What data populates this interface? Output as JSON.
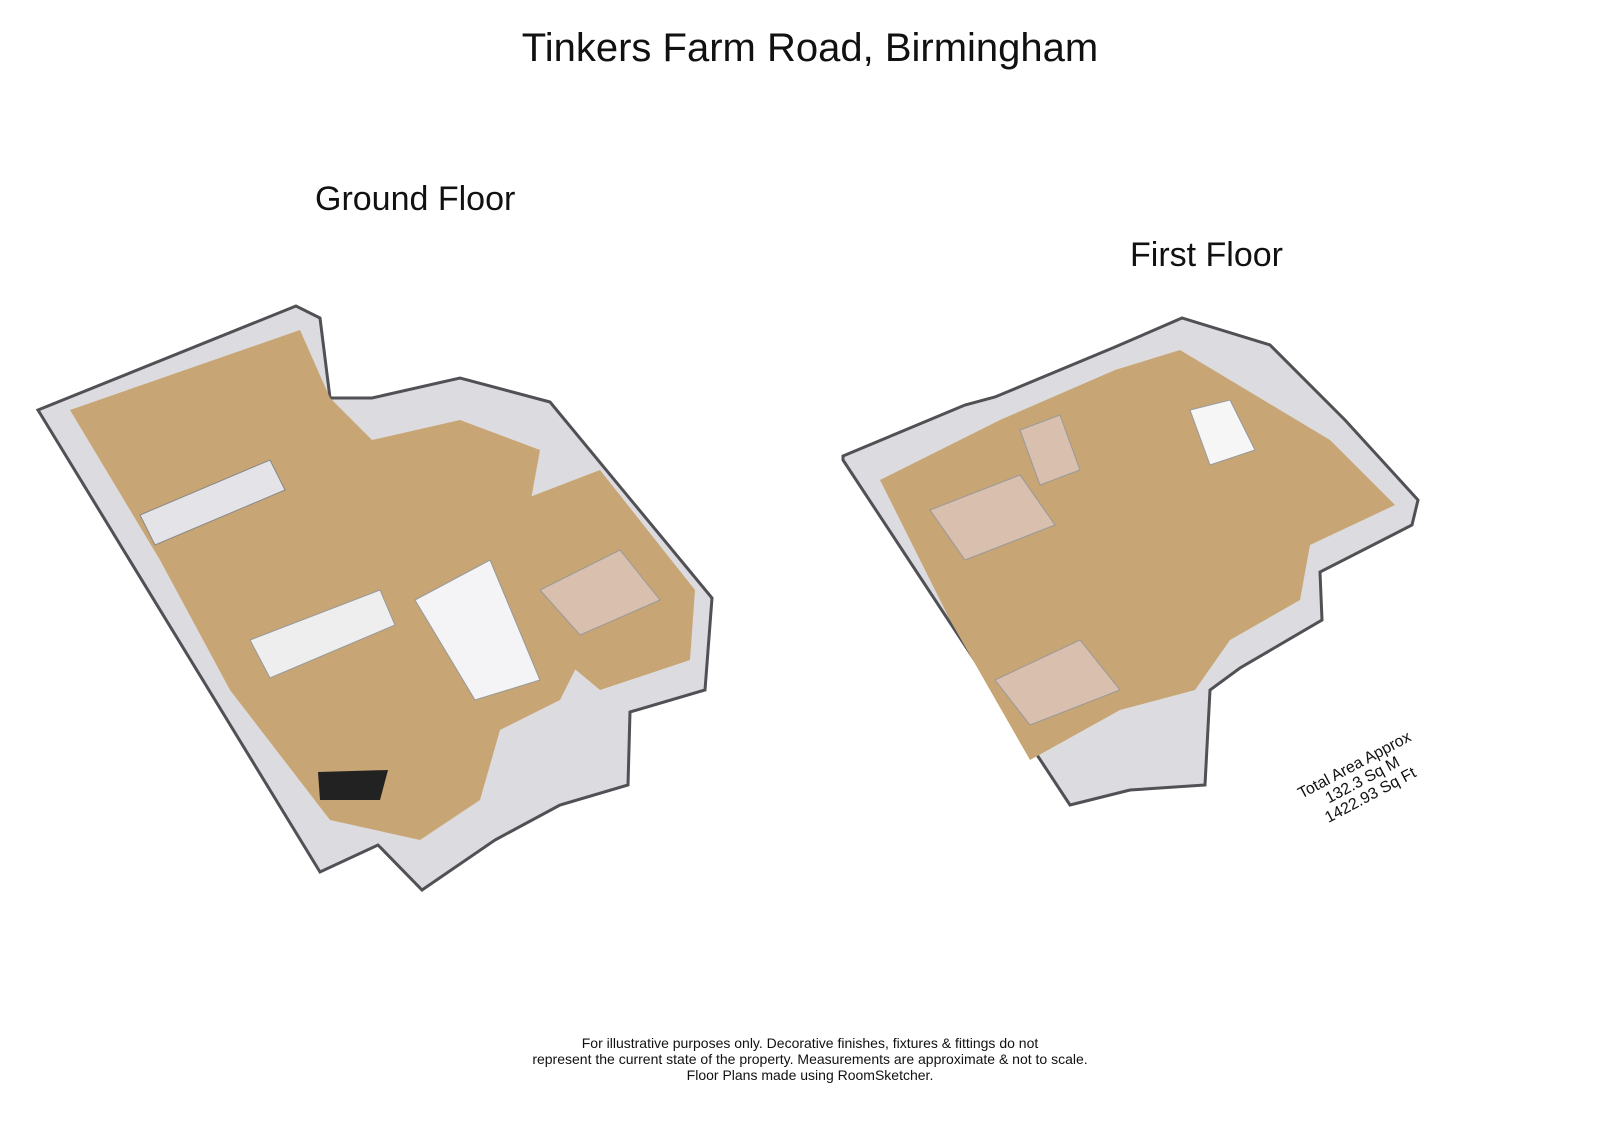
{
  "title": "Tinkers Farm Road, Birmingham",
  "floors": [
    {
      "label": "Ground Floor"
    },
    {
      "label": "First Floor"
    }
  ],
  "total_area": {
    "label": "Total Area Approx",
    "sq_m": "132.3 Sq M",
    "sq_ft": "1422.93 Sq Ft"
  },
  "disclaimer": [
    "For illustrative purposes only. Decorative finishes, fixtures & fittings do not",
    "represent the current state of the property. Measurements are approximate & not to scale.",
    "Floor Plans made using RoomSketcher."
  ],
  "colors": {
    "floor": "#c8a574",
    "wall": "#dcdce0",
    "wall_top": "#505055",
    "bed": "#d9bfae"
  }
}
